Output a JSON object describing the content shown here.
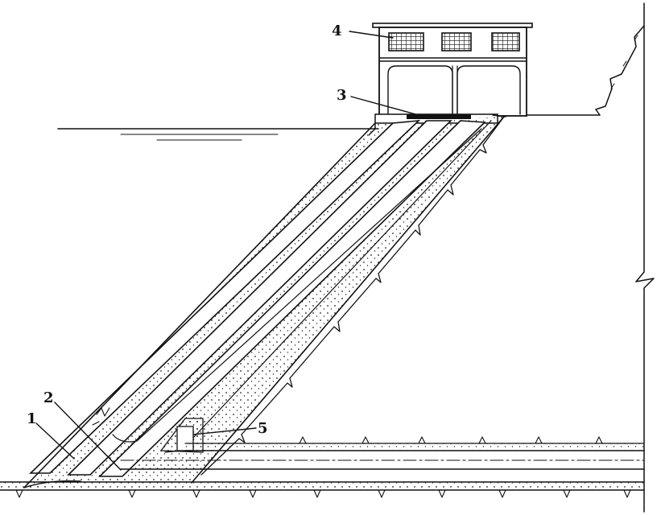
{
  "labels": {
    "l1": "1",
    "l2": "2",
    "l3": "3",
    "l4": "4",
    "l5": "5"
  },
  "colors": {
    "ink": "#111111",
    "paper": "#ffffff",
    "concrete_dots": "#222222"
  }
}
